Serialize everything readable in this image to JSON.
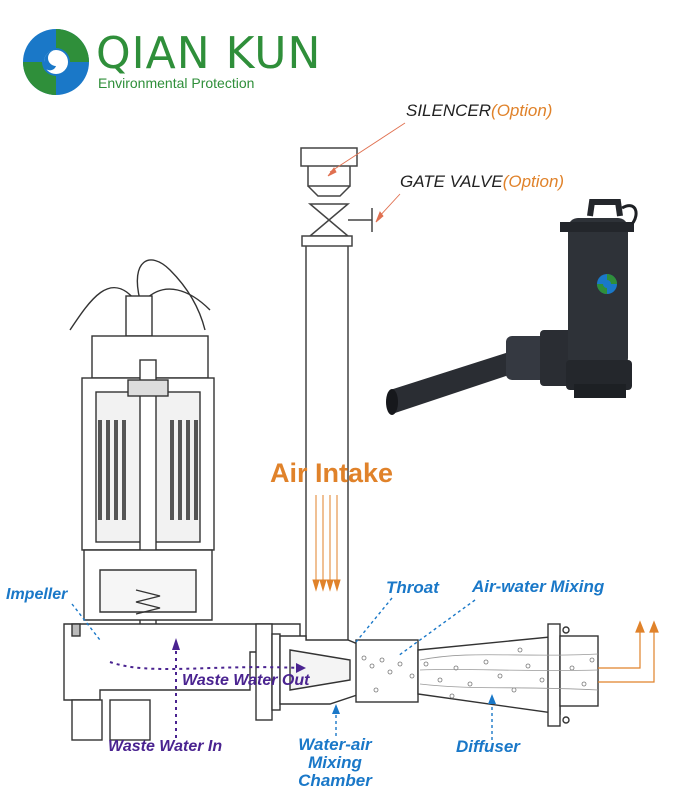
{
  "logo": {
    "name": "QIAN KUN",
    "subtitle": "Environmental Protection"
  },
  "callouts": {
    "silencer": "SILENCER",
    "silencer_option": "(Option)",
    "gate_valve": "GATE VALVE",
    "gate_valve_option": "(Option)"
  },
  "labels": {
    "air_intake": "Air Intake",
    "impeller": "Impeller",
    "throat": "Throat",
    "air_water_mixing": "Air-water Mixing",
    "waste_water_out": "Waste Water Out",
    "waste_water_in": "Waste Water In",
    "water_air_mixing_chamber": "Water-air Mixing Chamber",
    "diffuser": "Diffuser"
  },
  "colors": {
    "brand_green": "#2f8f3a",
    "brand_blue": "#1a78c8",
    "accent_orange": "#e0822a",
    "flow_purple": "#4a2390"
  }
}
